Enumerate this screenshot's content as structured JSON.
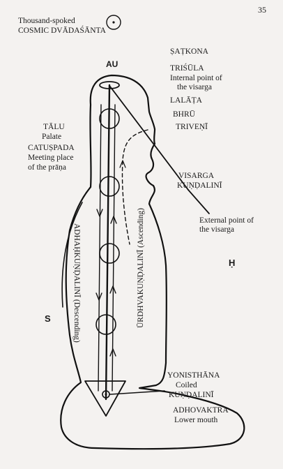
{
  "page_number": "35",
  "top": {
    "line1": "Thousand-spoked",
    "line2": "COSMIC DVĀDAŚĀNTA"
  },
  "au": "AU",
  "right_labels": {
    "satkona": "ṢAṬKONA",
    "trisula": "TRIŚŪLA",
    "internal1": "Internal point of",
    "internal2": "the visarga",
    "lalata": "LALĀṬA",
    "bhru": "BHRŪ",
    "triveni": "TRIVEṆĪ",
    "visarga1": "VISARGA",
    "visarga2": "KUṆḌALINĪ",
    "external1": "External point of",
    "external2": "the visarga",
    "h": "Ḥ"
  },
  "left_labels": {
    "talu": "TĀLU",
    "palate": "Palate",
    "catuspada": "CATUṢPADA",
    "meeting": "Meeting place",
    "prana": "of the prāṇa",
    "s": "S"
  },
  "vertical": {
    "adhah": "ADHAḤKUṆḌALINĪ (Descending)",
    "urdhva": "ŪRDHVAKUṆḌALINĪ (Ascending)"
  },
  "bottom_labels": {
    "yoni": "YONISTHĀNA",
    "coiled": "Coiled",
    "kundalini": "KUṆḌALINĪ",
    "adhovaktra": "ADHOVAKTRA",
    "lower": "Lower mouth"
  }
}
